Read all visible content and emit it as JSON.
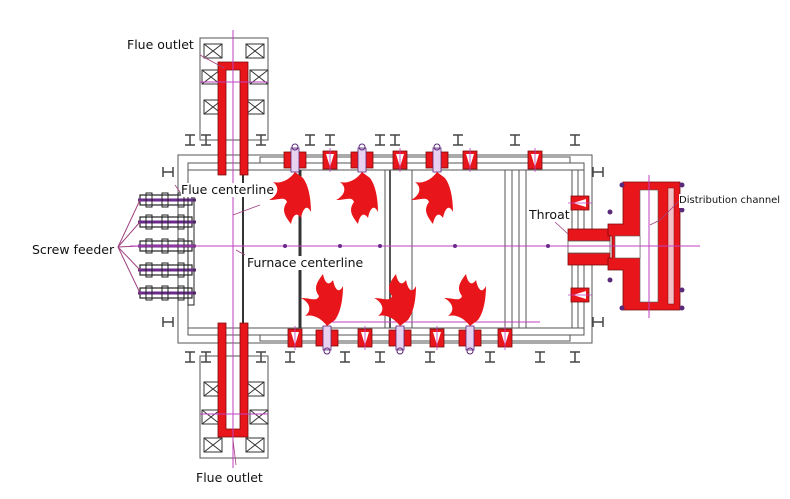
{
  "labels": {
    "flue_outlet_top": "Flue outlet",
    "flue_centerline": "Flue centerline",
    "screw_feeder": "Screw feeder",
    "furnace_centerline": "Furnace centerline",
    "throat": "Throat",
    "distribution_channel": "Distribution channel",
    "flue_outlet_bottom": "Flue outlet"
  },
  "colors": {
    "refractory": "#e8161b",
    "centerline": "#c040c0",
    "structure": "#555555",
    "feeder": "#6a2a8a"
  }
}
